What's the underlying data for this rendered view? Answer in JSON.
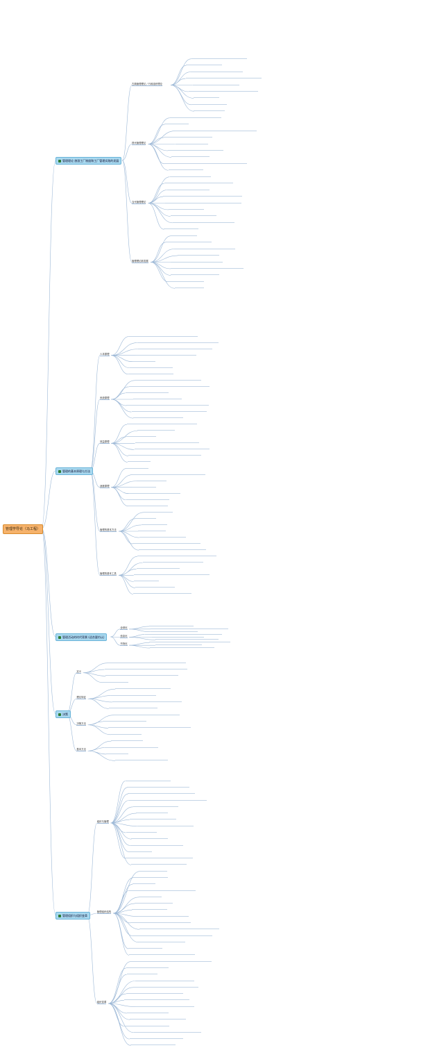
{
  "root": "管理学导论（马工程）",
  "chapters": [
    {
      "title": "管理理论 旅游工厂制度和工厂管理实践的发展",
      "children": [
        "古典管理理论 / 行政组织理论",
        "现代管理理论",
        "当代管理理论",
        "管理理论新发展"
      ]
    },
    {
      "title": "管理的基本原理与方法",
      "children": [
        "人本原理",
        "系统原理",
        "效益原理",
        "适度原理",
        "管理的基本方法",
        "管理的基本工具"
      ]
    },
    {
      "title": "管理活动的时代背景 (适合要约认)",
      "children": [
        "全球化",
        "信息化",
        "市场化"
      ]
    },
    {
      "title": "决策",
      "children": [
        "定义",
        "理论特征",
        "决策方法",
        "基本方法"
      ]
    },
    {
      "title": "管理组织与组织变革",
      "children": [
        "组织与管理",
        "管理组织结构",
        "组织变革"
      ]
    }
  ]
}
